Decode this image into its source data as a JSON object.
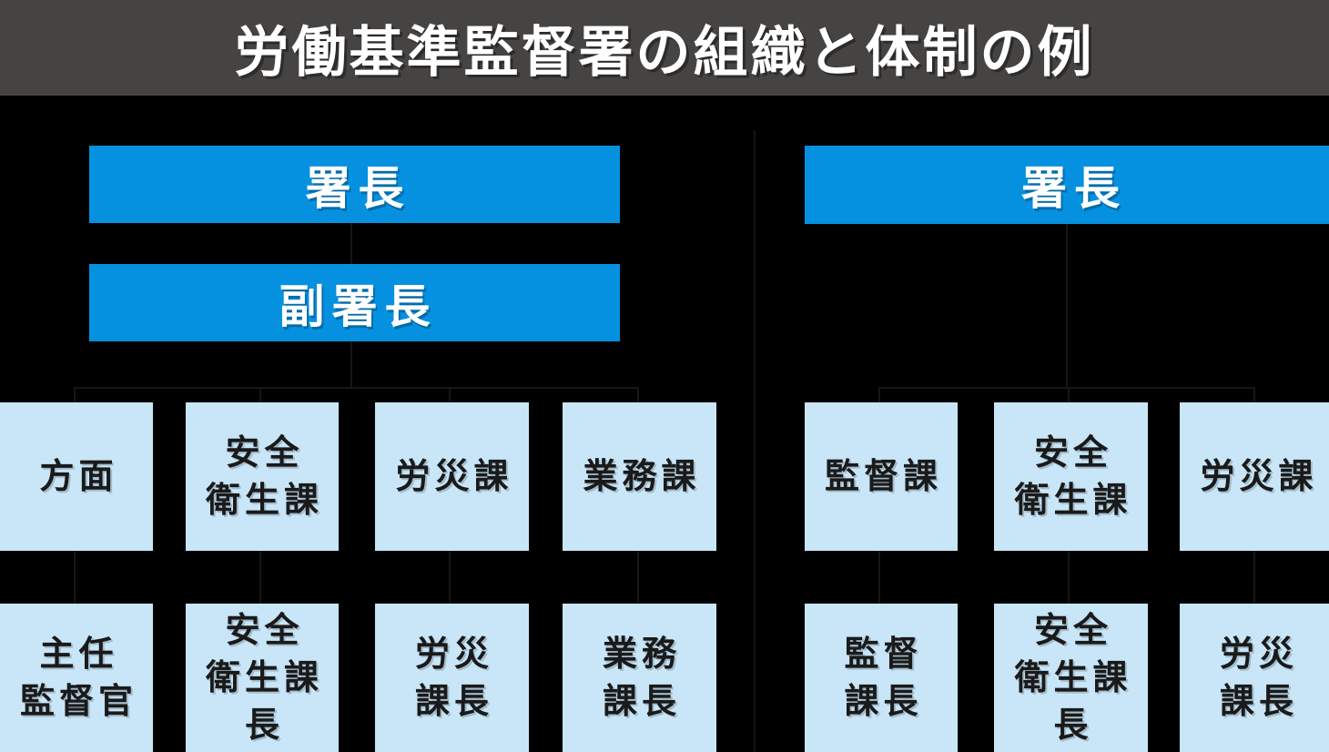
{
  "title": {
    "text": "労働基準監督署の組織と体制の例"
  },
  "colors": {
    "background": "#000000",
    "title_bar": "#464442",
    "title_text": "#ffffff",
    "header_box_blue": "#0591e0",
    "header_box_text": "#ffffff",
    "department_box_blue": "#c8e6f8",
    "department_box_text": "#1a1a1a",
    "connector_line": "#161616"
  },
  "org_left": {
    "head": "署長",
    "deputy": "副署長",
    "departments": [
      {
        "lines": [
          "方面"
        ]
      },
      {
        "lines": [
          "安全",
          "衛生課"
        ]
      },
      {
        "lines": [
          "労災課"
        ]
      },
      {
        "lines": [
          "業務課"
        ]
      }
    ],
    "chiefs": [
      {
        "lines": [
          "主任",
          "監督官"
        ]
      },
      {
        "lines": [
          "安全",
          "衛生課長"
        ]
      },
      {
        "lines": [
          "労災",
          "課長"
        ]
      },
      {
        "lines": [
          "業務",
          "課長"
        ]
      }
    ]
  },
  "org_right": {
    "head": "署長",
    "departments": [
      {
        "lines": [
          "監督課"
        ]
      },
      {
        "lines": [
          "安全",
          "衛生課"
        ]
      },
      {
        "lines": [
          "労災課"
        ]
      }
    ],
    "chiefs": [
      {
        "lines": [
          "監督",
          "課長"
        ]
      },
      {
        "lines": [
          "安全",
          "衛生課長"
        ]
      },
      {
        "lines": [
          "労災",
          "課長"
        ]
      }
    ]
  }
}
